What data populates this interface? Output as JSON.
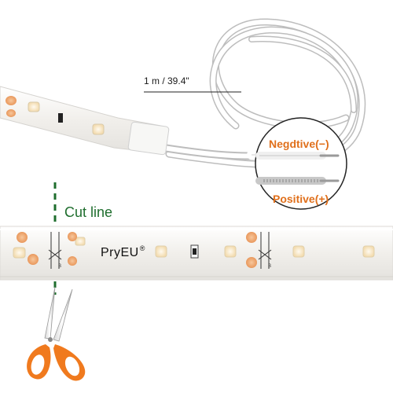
{
  "annotations": {
    "length": "1 m / 39.4\"",
    "negative": "Negdtive(−)",
    "positive": "Positive(+)",
    "cut_line": "Cut line"
  },
  "brand": {
    "name": "PryEU",
    "mark": "®"
  },
  "pad_marks": {
    "first": "B",
    "second": "B"
  },
  "colors": {
    "strip": "#f4f2ee",
    "led_warm": "#f4b27a",
    "led_white": "#fbe9c7",
    "cut_line": "#1f6e2e",
    "annotation": "#e0701c",
    "scissors_handle": "#f07a1e",
    "wire_insulation": "#9a9a9a"
  },
  "icons": [
    "scissors-icon",
    "cut-line-dashes",
    "magnifier-circle"
  ]
}
